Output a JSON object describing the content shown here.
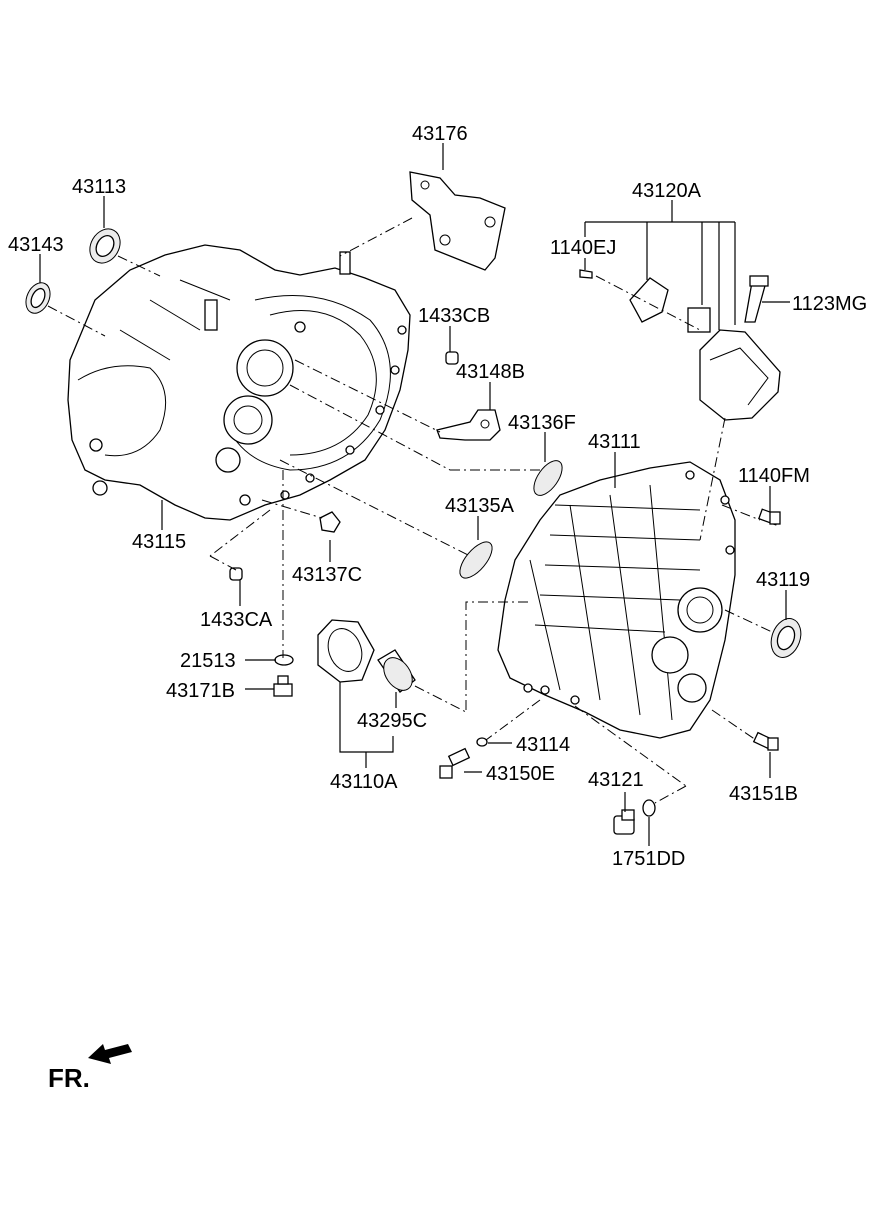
{
  "labels": {
    "p43176": "43176",
    "p43113": "43113",
    "p43143": "43143",
    "p43120A": "43120A",
    "p1140EJ": "1140EJ",
    "p1123MG": "1123MG",
    "p1433CB": "1433CB",
    "p43148B": "43148B",
    "p43136F": "43136F",
    "p43111": "43111",
    "p1140FM": "1140FM",
    "p43135A": "43135A",
    "p43115": "43115",
    "p43137C": "43137C",
    "p43119": "43119",
    "p1433CA": "1433CA",
    "p21513": "21513",
    "p43171B": "43171B",
    "p43295C": "43295C",
    "p43114": "43114",
    "p43150E": "43150E",
    "p43121": "43121",
    "p43151B": "43151B",
    "p43110A": "43110A",
    "p1751DD": "1751DD"
  },
  "direction_marker": {
    "text": "FR.",
    "icon": "front-arrow-icon"
  }
}
